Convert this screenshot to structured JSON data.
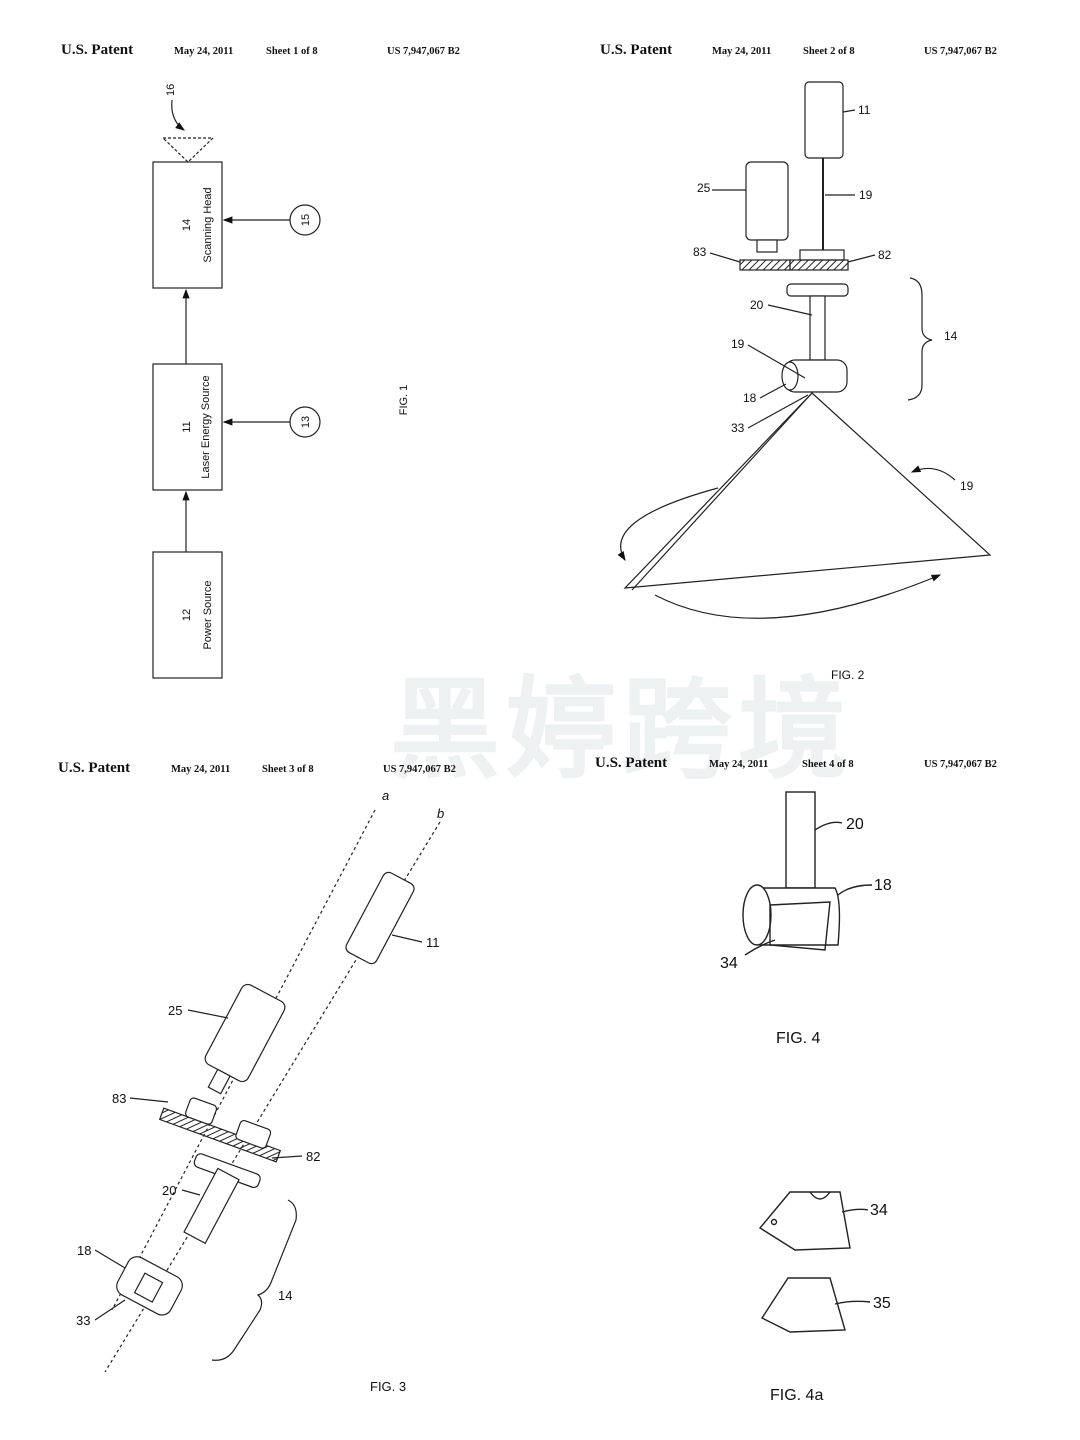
{
  "watermark": "黑婷跨境",
  "sheets": [
    {
      "title": "U.S. Patent",
      "date": "May 24, 2011",
      "sheet": "Sheet 1 of 8",
      "number": "US 7,947,067 B2"
    },
    {
      "title": "U.S. Patent",
      "date": "May 24, 2011",
      "sheet": "Sheet 2 of 8",
      "number": "US 7,947,067 B2"
    },
    {
      "title": "U.S. Patent",
      "date": "May 24, 2011",
      "sheet": "Sheet 3 of 8",
      "number": "US 7,947,067 B2"
    },
    {
      "title": "U.S. Patent",
      "date": "May 24, 2011",
      "sheet": "Sheet 4 of 8",
      "number": "US 7,947,067 B2"
    }
  ],
  "fig1": {
    "caption": "FIG. 1",
    "blocks": [
      {
        "num": "14",
        "label": "Scanning Head"
      },
      {
        "num": "11",
        "label": "Laser Energy Source"
      },
      {
        "num": "12",
        "label": "Power Source"
      }
    ],
    "circles": [
      "15",
      "13"
    ],
    "ref16": "16"
  },
  "fig2": {
    "caption": "FIG. 2",
    "refs": {
      "r11": "11",
      "r19a": "19",
      "r25": "25",
      "r83": "83",
      "r82": "82",
      "r20": "20",
      "r14": "14",
      "r19b": "19",
      "r18": "18",
      "r33": "33",
      "r19c": "19"
    }
  },
  "fig3": {
    "caption": "FIG. 3",
    "refs": {
      "a": "a",
      "b": "b",
      "r11": "11",
      "r25": "25",
      "r83": "83",
      "r82": "82",
      "r20": "20",
      "r18": "18",
      "r14": "14",
      "r33": "33"
    }
  },
  "fig4": {
    "caption": "FIG. 4",
    "refs": {
      "r20": "20",
      "r18": "18",
      "r34": "34"
    }
  },
  "fig4a": {
    "caption": "FIG. 4a",
    "refs": {
      "r34": "34",
      "r35": "35"
    }
  }
}
